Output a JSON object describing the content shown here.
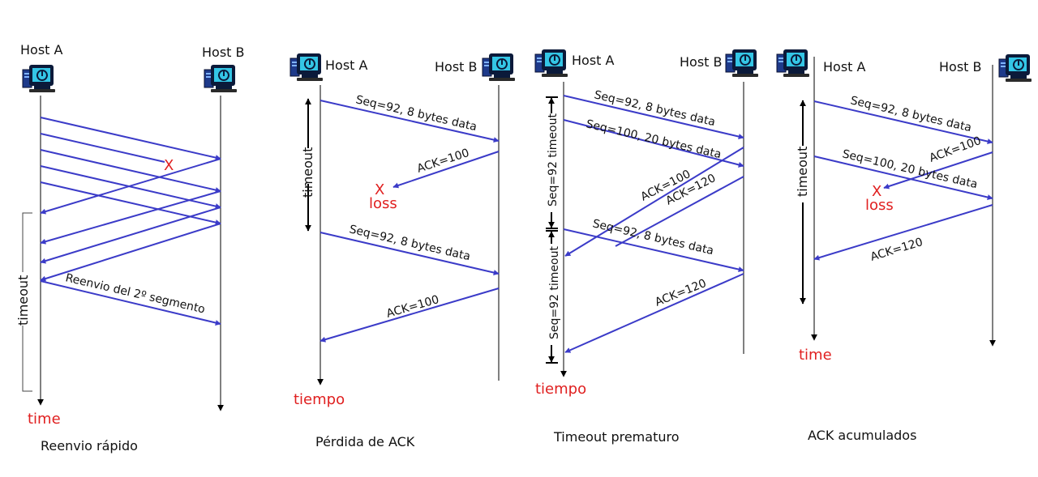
{
  "colors": {
    "arrow": "#3b3bc8",
    "alert": "#e02020",
    "line": "#000000"
  },
  "panels": [
    {
      "caption": "Reenvio rápido",
      "host_a": "Host A",
      "host_b": "Host B",
      "time_label": "time",
      "timeout_label": "timeout",
      "loss_mark": "X",
      "msg_resend": "Reenvio del 2º segmento"
    },
    {
      "caption": "Pérdida de ACK",
      "host_a": "Host A",
      "host_b": "Host B",
      "time_label": "tiempo",
      "timeout_label": "timeout",
      "loss_mark": "X",
      "loss_text": "loss",
      "msg_seq92": "Seq=92, 8 bytes data",
      "msg_ack100": "ACK=100",
      "msg_seq92_retx": "Seq=92, 8 bytes data",
      "msg_ack100_retx": "ACK=100"
    },
    {
      "caption": "Timeout prematuro",
      "host_a": "Host A",
      "host_b": "Host B",
      "time_label": "tiempo",
      "timeout_label_1": "Seq=92 timeout",
      "timeout_label_2": "Seq=92 timeout",
      "msg_seq92": "Seq=92, 8 bytes data",
      "msg_seq100": "Seq=100, 20 bytes data",
      "msg_ack100": "ACK=100",
      "msg_ack120": "ACK=120",
      "msg_seq92_retx": "Seq=92, 8 bytes data",
      "msg_ack120_final": "ACK=120"
    },
    {
      "caption": "ACK acumulados",
      "host_a": "Host A",
      "host_b": "Host B",
      "time_label": "time",
      "timeout_label": "timeout",
      "loss_mark": "X",
      "loss_text": "loss",
      "msg_seq92": "Seq=92, 8 bytes data",
      "msg_ack100": "ACK=100",
      "msg_seq100": "Seq=100, 20 bytes data",
      "msg_ack120": "ACK=120"
    }
  ]
}
